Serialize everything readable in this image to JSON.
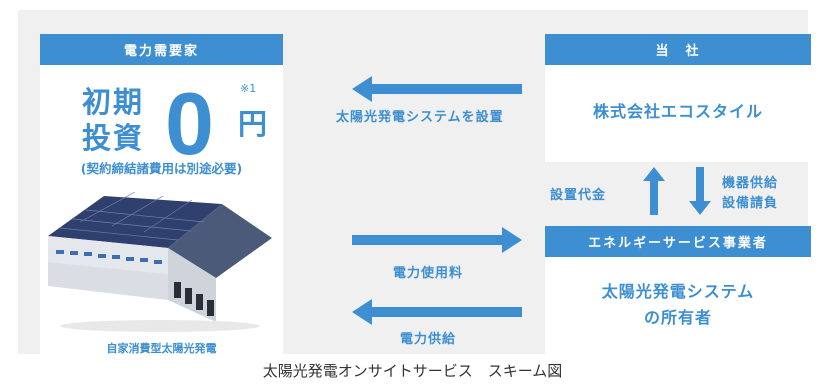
{
  "customer": {
    "header": "電力需要家",
    "initial_line1": "初期",
    "initial_line2": "投資",
    "zero": "0",
    "note_mark": "※1",
    "yen": "円",
    "subnote": "(契約締結諸費用は別途必要)",
    "building_label": "自家消費型太陽光発電"
  },
  "company": {
    "header": "当　社",
    "name": "株式会社エコスタイル"
  },
  "operator": {
    "header": "エネルギーサービス事業者",
    "name_line1": "太陽光発電システム",
    "name_line2": "の所有者"
  },
  "flows": {
    "install": "太陽光発電システムを設置",
    "install_fee": "設置代金",
    "supply_line1": "機器供給",
    "supply_line2": "設備請負",
    "usage_fee": "電力使用料",
    "power_supply": "電力供給"
  },
  "caption": "太陽光発電オンサイトサービス　スキーム図",
  "colors": {
    "accent": "#3d8fd1",
    "panel": "#f0f0f0",
    "roof": "#2f3f6e"
  }
}
